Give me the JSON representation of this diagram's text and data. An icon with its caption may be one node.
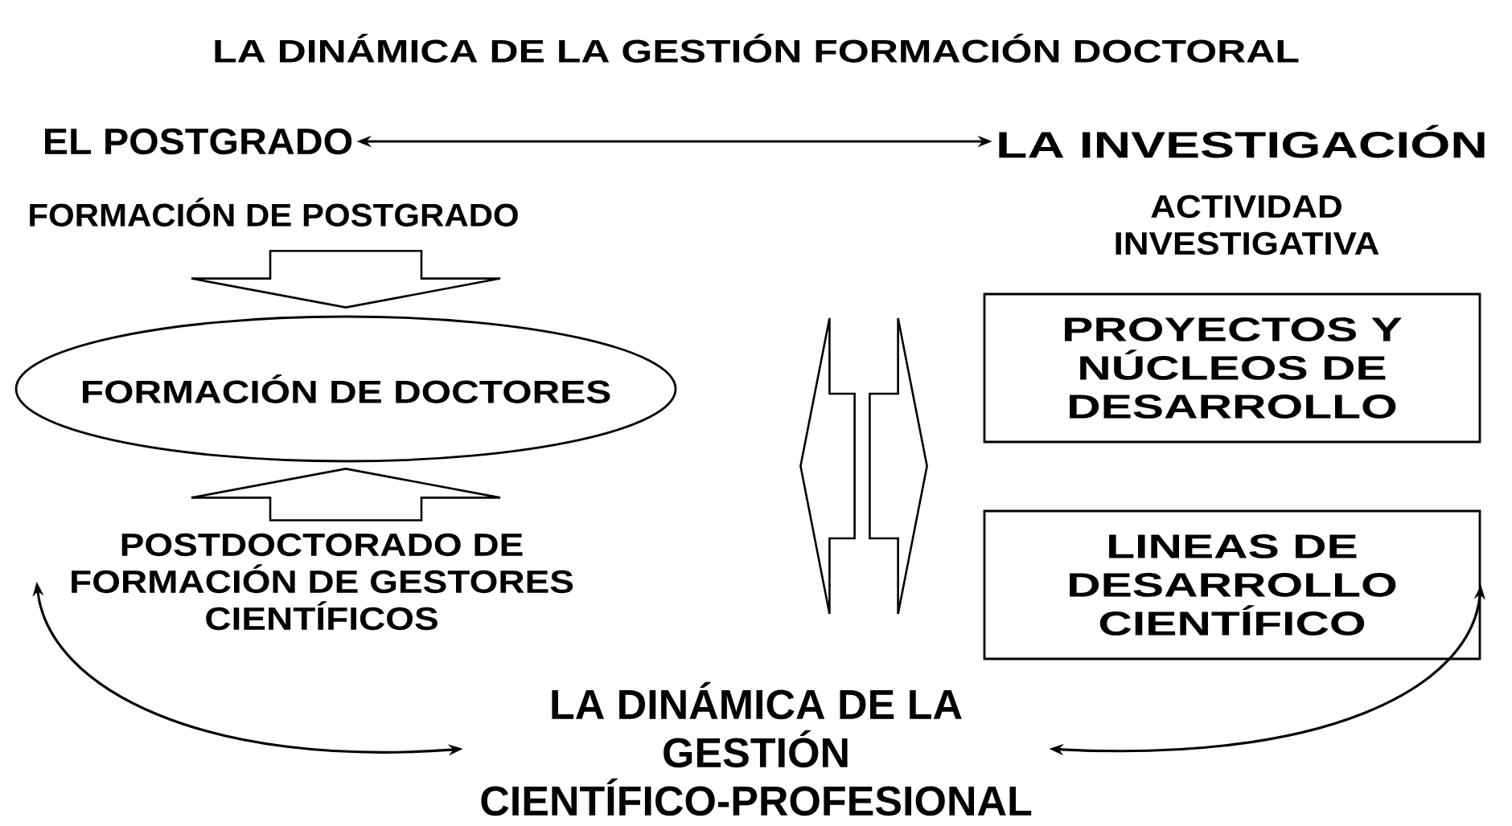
{
  "diagram": {
    "title": "LA DINÁMICA DE LA GESTIÓN FORMACIÓN DOCTORAL",
    "nodes": [
      {
        "text": [
          "EL POSTGRADO"
        ]
      },
      {
        "text": [
          "LA INVESTIGACIÓN"
        ]
      },
      {
        "text": [
          "FORMACIÓN DE POSTGRADO"
        ]
      },
      {
        "text": [
          "FORMACIÓN DE DOCTORES"
        ]
      },
      {
        "text": [
          "POSTDOCTORADO DE FORMACIÓN DE GESTORES CIENTÍFICOS"
        ]
      },
      {
        "text": [
          "ACTIVIDAD INVESTIGATIVA"
        ]
      },
      {
        "text": [
          "PROYECTOS Y NÚCLEOS DE DESARROLLO"
        ]
      },
      {
        "text": [
          "LINEAS DE DESARROLLO CIENTÍFICO"
        ]
      },
      {
        "text": [
          "LA DINÁMICA DE LA GESTIÓN CIENTÍFICO-PROFESIONAL"
        ]
      }
    ],
    "edges": [
      {
        "from": 0,
        "to": 1,
        "arrow": "both"
      },
      {
        "from": 2,
        "to": 3,
        "arrow": "to"
      },
      {
        "from": 4,
        "to": 3,
        "arrow": "to"
      },
      {
        "from": 6,
        "to": 3,
        "arrow": "to"
      },
      {
        "from": 3,
        "to": 6,
        "arrow": "to"
      },
      {
        "from": 8,
        "to": 4,
        "arrow": "both"
      },
      {
        "from": 8,
        "to": 7,
        "arrow": "both"
      }
    ]
  }
}
